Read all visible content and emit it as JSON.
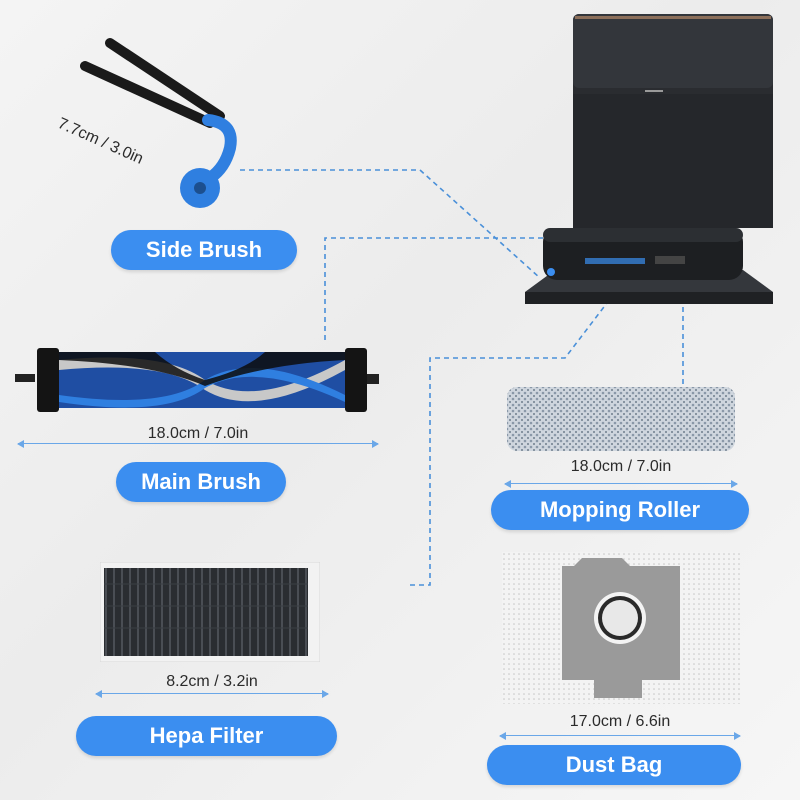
{
  "parts": {
    "side_brush": {
      "label": "Side Brush",
      "size": "7.7cm / 3.0in"
    },
    "main_brush": {
      "label": "Main Brush",
      "size": "18.0cm / 7.0in"
    },
    "mopping_roller": {
      "label": "Mopping Roller",
      "size": "18.0cm / 7.0in"
    },
    "hepa_filter": {
      "label": "Hepa Filter",
      "size": "8.2cm / 3.2in"
    },
    "dust_bag": {
      "label": "Dust Bag",
      "size": "17.0cm / 6.6in"
    }
  },
  "colors": {
    "accent": "#3b8ef0",
    "dashed_line": "#4a90d9",
    "station": "#2a2c30"
  }
}
